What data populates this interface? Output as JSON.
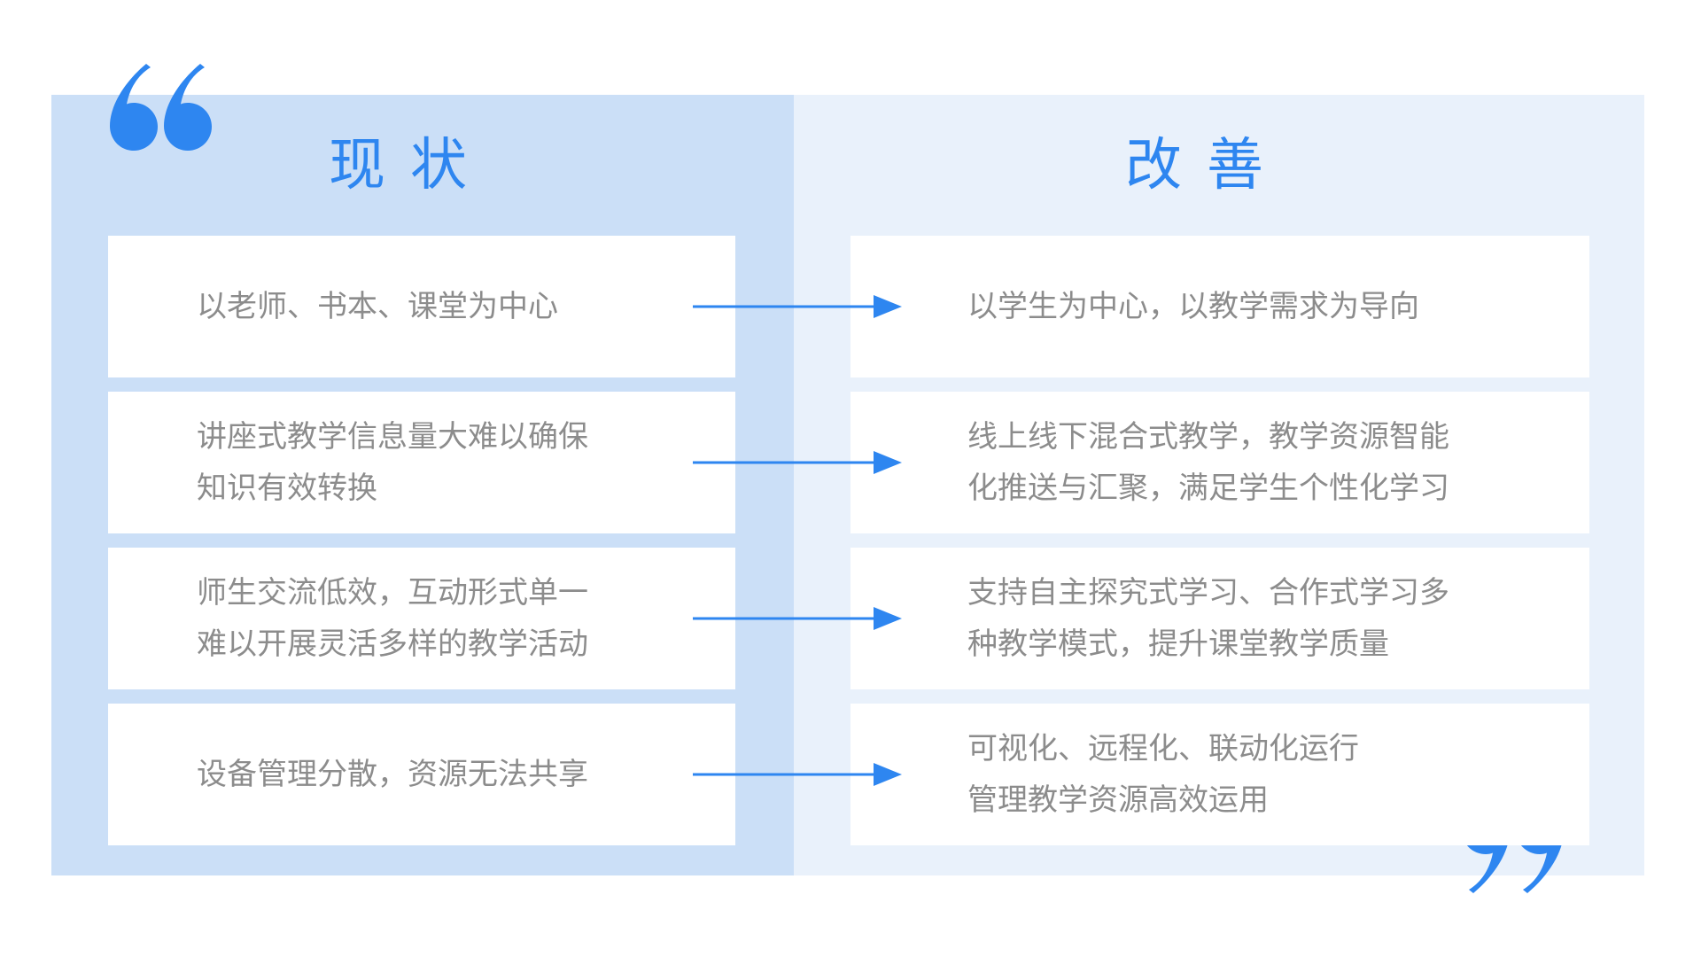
{
  "theme": {
    "accent": "#2E86F0",
    "panel_left_bg": "#CBDFF7",
    "panel_right_bg": "#E9F1FB",
    "card_bg": "#FFFFFF",
    "body_text": "#8C8C8C",
    "page_bg": "#FFFFFF"
  },
  "columns": {
    "left": {
      "header": "现状",
      "items": [
        {
          "lines": [
            "以老师、书本、课堂为中心"
          ]
        },
        {
          "lines": [
            "讲座式教学信息量大难以确保",
            "知识有效转换"
          ]
        },
        {
          "lines": [
            "师生交流低效，互动形式单一",
            "难以开展灵活多样的教学活动"
          ]
        },
        {
          "lines": [
            "设备管理分散，资源无法共享"
          ]
        }
      ]
    },
    "right": {
      "header": "改善",
      "items": [
        {
          "lines": [
            "以学生为中心，以教学需求为导向"
          ]
        },
        {
          "lines": [
            "线上线下混合式教学，教学资源智能",
            "化推送与汇聚，满足学生个性化学习"
          ]
        },
        {
          "lines": [
            "支持自主探究式学习、合作式学习多",
            "种教学模式，提升课堂教学质量"
          ]
        },
        {
          "lines": [
            "可视化、远程化、联动化运行",
            "管理教学资源高效运用"
          ]
        }
      ]
    }
  }
}
